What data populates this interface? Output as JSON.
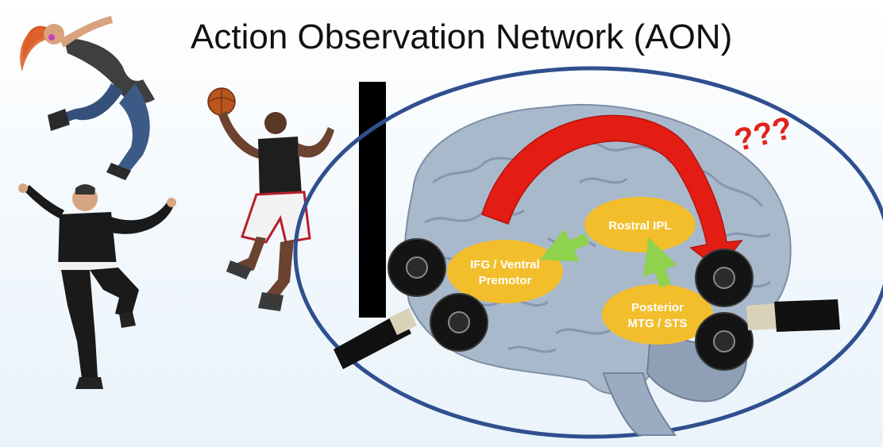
{
  "title": "Action Observation Network (AON)",
  "question_marks": "???",
  "regions": {
    "rostral_ipl": "Rostral IPL",
    "ifg_line1": "IFG / Ventral",
    "ifg_line2": "Premotor",
    "posterior_line1": "Posterior",
    "posterior_line2": "MTG / STS"
  },
  "colors": {
    "ellipse_stroke": "#2f4f8f",
    "node_fill": "#f2be2c",
    "flow_arrow": "#8ed24d",
    "loop_arrow": "#e31c14",
    "question_marks": "#e0231b"
  },
  "icons": [
    "dancer-figure",
    "basketball-player-figure",
    "kung-fu-figure",
    "brain-image",
    "tms-coil-left",
    "tms-coil-right"
  ]
}
